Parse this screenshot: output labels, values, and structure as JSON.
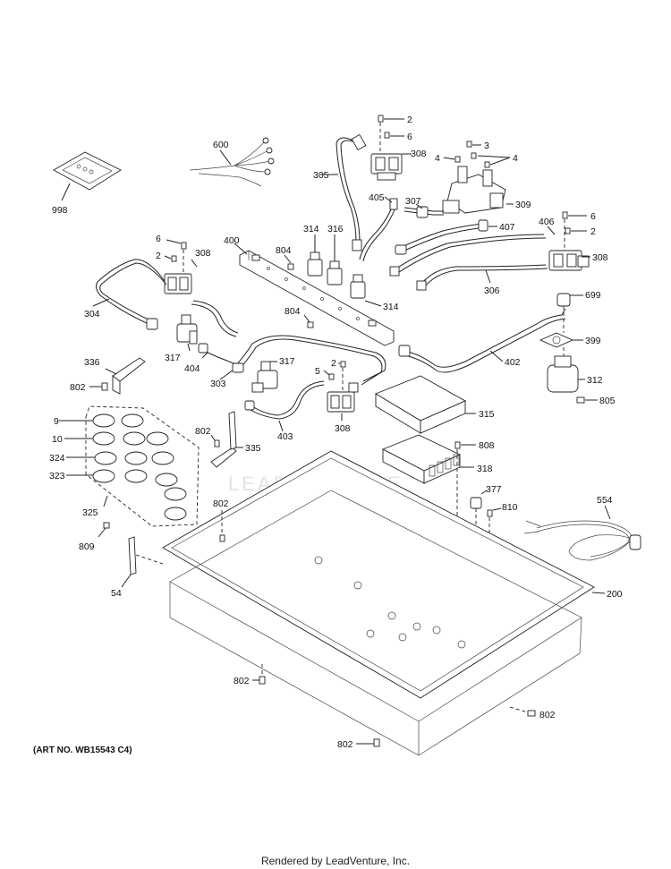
{
  "watermark_text": "LEADVENTURE",
  "art_number": "(ART NO. WB15543 C4)",
  "footer_text": "Rendered by LeadVenture, Inc.",
  "callouts": [
    {
      "id": "c-998",
      "text": "998"
    },
    {
      "id": "c-600",
      "text": "600"
    },
    {
      "id": "c-305",
      "text": "305"
    },
    {
      "id": "c-2a",
      "text": "2"
    },
    {
      "id": "c-6a",
      "text": "6"
    },
    {
      "id": "c-308a",
      "text": "308"
    },
    {
      "id": "c-3",
      "text": "3"
    },
    {
      "id": "c-4a",
      "text": "4"
    },
    {
      "id": "c-4b",
      "text": "4"
    },
    {
      "id": "c-405",
      "text": "405"
    },
    {
      "id": "c-307",
      "text": "307"
    },
    {
      "id": "c-309",
      "text": "309"
    },
    {
      "id": "c-407",
      "text": "407"
    },
    {
      "id": "c-406",
      "text": "406"
    },
    {
      "id": "c-6b",
      "text": "6"
    },
    {
      "id": "c-2b",
      "text": "2"
    },
    {
      "id": "c-308b",
      "text": "308"
    },
    {
      "id": "c-306",
      "text": "306"
    },
    {
      "id": "c-699",
      "text": "699"
    },
    {
      "id": "c-399",
      "text": "399"
    },
    {
      "id": "c-312",
      "text": "312"
    },
    {
      "id": "c-805",
      "text": "805"
    },
    {
      "id": "c-402",
      "text": "402"
    },
    {
      "id": "c-400",
      "text": "400"
    },
    {
      "id": "c-314a",
      "text": "314"
    },
    {
      "id": "c-316",
      "text": "316"
    },
    {
      "id": "c-804a",
      "text": "804"
    },
    {
      "id": "c-314b",
      "text": "314"
    },
    {
      "id": "c-804b",
      "text": "804"
    },
    {
      "id": "c-6c",
      "text": "6"
    },
    {
      "id": "c-2c",
      "text": "2"
    },
    {
      "id": "c-308c",
      "text": "308"
    },
    {
      "id": "c-304",
      "text": "304"
    },
    {
      "id": "c-317a",
      "text": "317"
    },
    {
      "id": "c-404",
      "text": "404"
    },
    {
      "id": "c-303",
      "text": "303"
    },
    {
      "id": "c-317b",
      "text": "317"
    },
    {
      "id": "c-5",
      "text": "5"
    },
    {
      "id": "c-2d",
      "text": "2"
    },
    {
      "id": "c-308d",
      "text": "308"
    },
    {
      "id": "c-403",
      "text": "403"
    },
    {
      "id": "c-315",
      "text": "315"
    },
    {
      "id": "c-808",
      "text": "808"
    },
    {
      "id": "c-318",
      "text": "318"
    },
    {
      "id": "c-336",
      "text": "336"
    },
    {
      "id": "c-802a",
      "text": "802"
    },
    {
      "id": "c-9",
      "text": "9"
    },
    {
      "id": "c-10",
      "text": "10"
    },
    {
      "id": "c-324",
      "text": "324"
    },
    {
      "id": "c-323",
      "text": "323"
    },
    {
      "id": "c-802b",
      "text": "802"
    },
    {
      "id": "c-335",
      "text": "335"
    },
    {
      "id": "c-325",
      "text": "325"
    },
    {
      "id": "c-802c",
      "text": "802"
    },
    {
      "id": "c-377",
      "text": "377"
    },
    {
      "id": "c-810",
      "text": "810"
    },
    {
      "id": "c-554",
      "text": "554"
    },
    {
      "id": "c-809",
      "text": "809"
    },
    {
      "id": "c-54",
      "text": "54"
    },
    {
      "id": "c-200",
      "text": "200"
    },
    {
      "id": "c-802d",
      "text": "802"
    },
    {
      "id": "c-802e",
      "text": "802"
    },
    {
      "id": "c-802f",
      "text": "802"
    }
  ]
}
